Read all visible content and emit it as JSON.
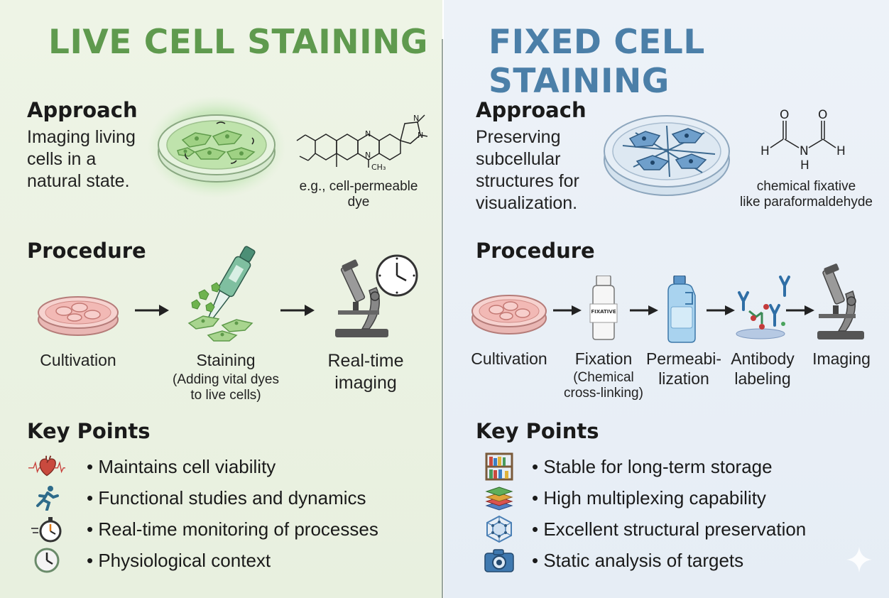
{
  "live": {
    "title": "LIVE CELL STAINING",
    "approach": {
      "heading": "Approach",
      "text": [
        "Imaging living",
        "cells in a",
        "natural state."
      ],
      "dye_caption": [
        "e.g., cell-permeable",
        "dye"
      ]
    },
    "procedure": {
      "heading": "Procedure",
      "steps": [
        {
          "label": [
            "Cultivation"
          ],
          "sub": []
        },
        {
          "label": [
            "Staining"
          ],
          "sub": [
            "(Adding vital dyes",
            "to live cells)"
          ]
        },
        {
          "label": [
            "Real-time",
            "imaging"
          ],
          "sub": []
        }
      ]
    },
    "key_points": {
      "heading": "Key Points",
      "items": [
        {
          "icon": "heart-ecg-icon",
          "text": "• Maintains cell viability"
        },
        {
          "icon": "running-person-icon",
          "text": "• Functional studies and dynamics"
        },
        {
          "icon": "stopwatch-icon",
          "text": "• Real-time monitoring of processes"
        },
        {
          "icon": "clock-icon",
          "text": "• Physiological context"
        }
      ]
    }
  },
  "fixed": {
    "title": "FIXED CELL STAINING",
    "approach": {
      "heading": "Approach",
      "text": [
        "Preserving",
        "subcellular",
        "structures for",
        "visualization."
      ],
      "fixative_caption": [
        "chemical fixative",
        "like paraformaldehyde"
      ]
    },
    "procedure": {
      "heading": "Procedure",
      "bottle_label": "FIXATIVE",
      "steps": [
        {
          "label": [
            "Cultivation"
          ],
          "sub": []
        },
        {
          "label": [
            "Fixation"
          ],
          "sub": [
            "(Chemical",
            "cross-linking)"
          ]
        },
        {
          "label": [
            "Permeabi-",
            "lization"
          ],
          "sub": []
        },
        {
          "label": [
            "Antibody",
            "labeling"
          ],
          "sub": []
        },
        {
          "label": [
            "Imaging"
          ],
          "sub": []
        }
      ]
    },
    "key_points": {
      "heading": "Key Points",
      "items": [
        {
          "icon": "bookshelf-icon",
          "text": "• Stable for long-term storage"
        },
        {
          "icon": "layers-stack-icon",
          "text": "• High multiplexing capability"
        },
        {
          "icon": "molecular-cube-icon",
          "text": "• Excellent structural preservation"
        },
        {
          "icon": "camera-icon",
          "text": "• Static analysis of targets"
        }
      ]
    }
  },
  "colors": {
    "live_accent": "#5f9a4e",
    "fixed_accent": "#4b7fa8",
    "live_bg": "#eef4e6",
    "fixed_bg": "#edf2f8"
  }
}
